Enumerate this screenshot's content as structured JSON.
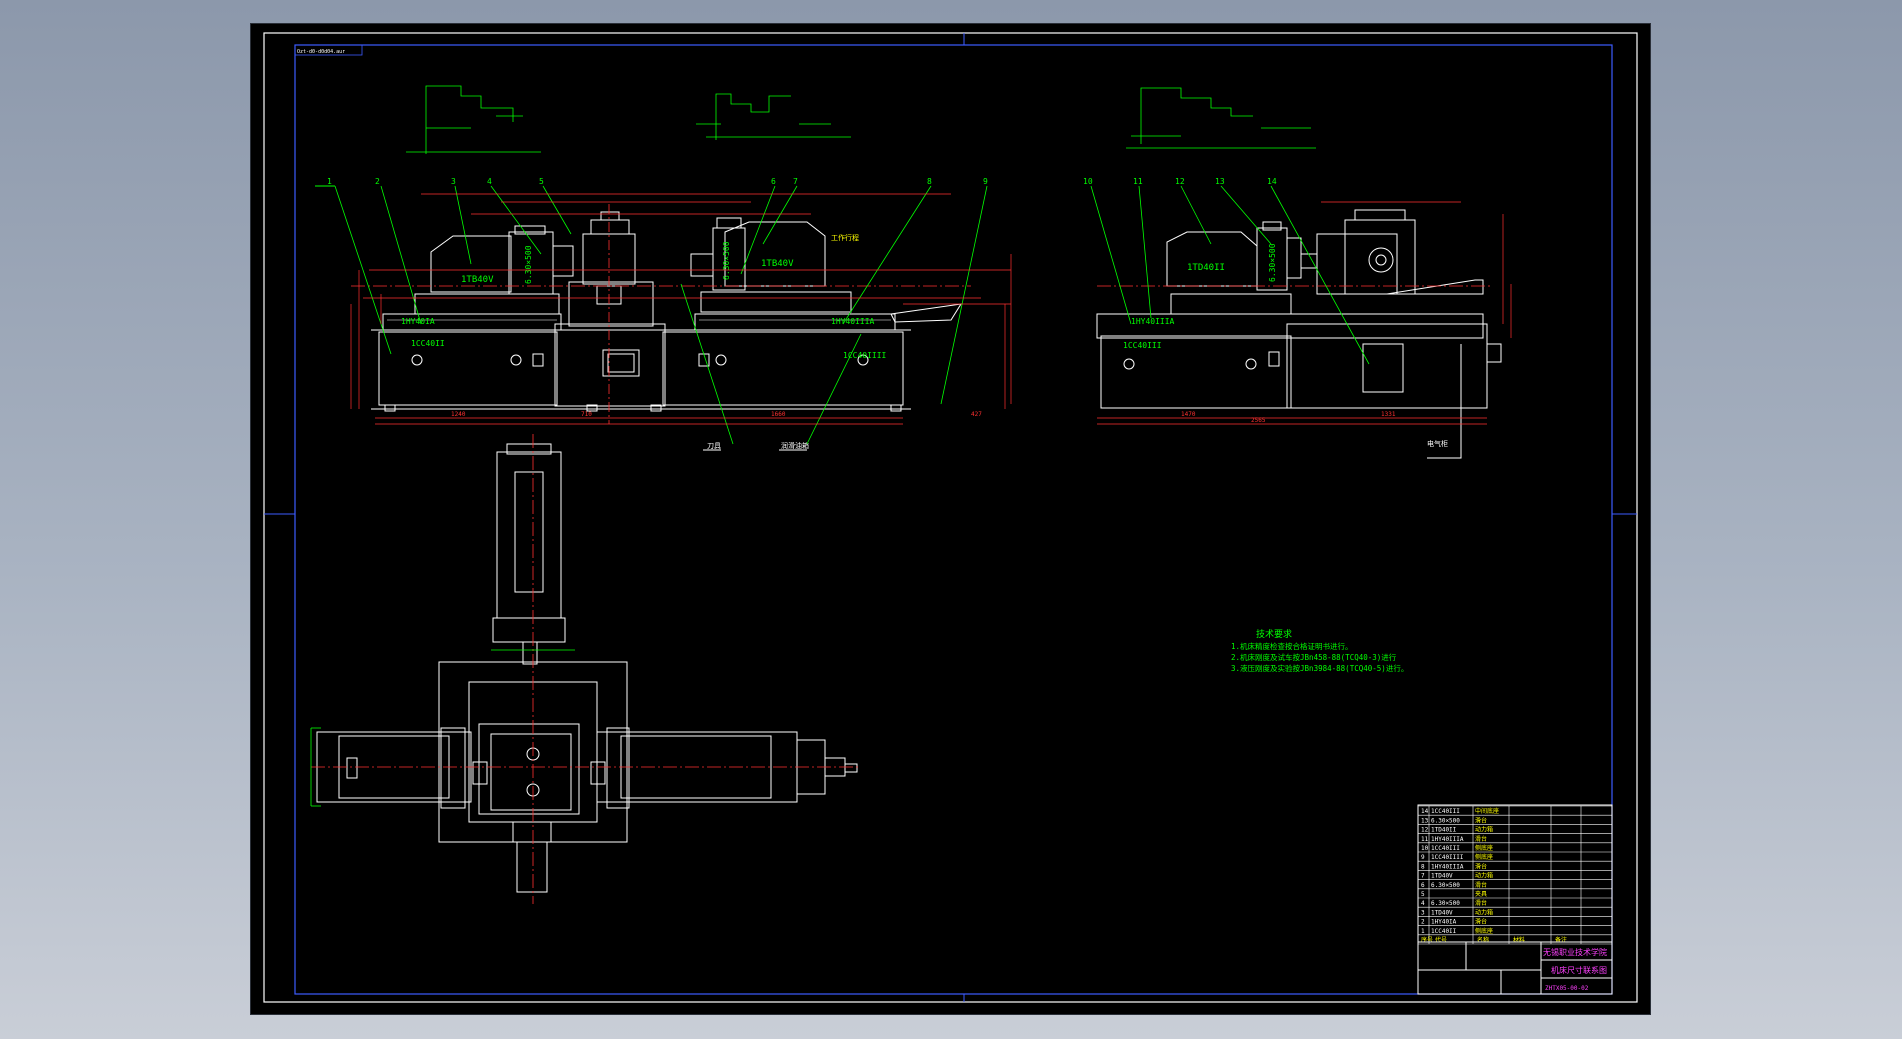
{
  "window": {
    "background": "#000000",
    "accent_white": "#ffffff",
    "line_green": "#00ff00",
    "dim_color": "#ff3030",
    "yellow": "#ffff00",
    "magenta": "#ff40ff",
    "cyan": "#00ffff",
    "blue": "#4040ff"
  },
  "sheet": {
    "corner_label": "Ozt-d0-d0d04.aur"
  },
  "front_view": {
    "balloons": [
      "1",
      "2",
      "3",
      "4",
      "5",
      "6",
      "7",
      "8",
      "9"
    ],
    "labels": {
      "left_head_model": "1TB40V",
      "left_slide": "6.30×500",
      "right_head_model": "1TB40V",
      "right_slide": "6.30×500",
      "left_table": "1HY40IA",
      "right_table": "1HY40IIIA",
      "left_base": "1CC40II",
      "right_base": "1CC40IIII",
      "work_stroke": "工作行程",
      "tool": "刀具",
      "lube": "润滑油箱"
    },
    "dims_bottom": [
      "1240",
      "710",
      "1660",
      "427"
    ]
  },
  "side_view": {
    "balloons": [
      "10",
      "11",
      "12",
      "13",
      "14"
    ],
    "labels": {
      "head_model": "1TD40II",
      "slide": "6.30×500",
      "table": "1HY40IIIA",
      "base": "1CC40III",
      "electric_box": "电气柜"
    },
    "dims_bottom": [
      "1470",
      "2565",
      "1331"
    ]
  },
  "tech_req": {
    "title": "技术要求",
    "lines": [
      "1.机床精度检查按合格证明书进行。",
      "2.机床刚度及试车按JBn458-88(TCQ40-3)进行",
      "3.液压刚度及实验按JBn3984-88(TCQ40-5)进行。"
    ]
  },
  "title_block": {
    "school": "无锡职业技术学院",
    "drawing_name": "机床尺寸联系图",
    "drawing_no": "ZHTX05-00-02",
    "bom_rows": [
      [
        "14",
        "1CC40III",
        "中间底座"
      ],
      [
        "13",
        "6.30×500",
        "滑台"
      ],
      [
        "12",
        "1TD40II",
        "动力箱"
      ],
      [
        "11",
        "1HY40IIIA",
        "滑台"
      ],
      [
        "10",
        "1CC40III",
        "侧底座"
      ],
      [
        "9",
        "1CC40IIII",
        "侧底座"
      ],
      [
        "8",
        "1HY40IIIA",
        "滑台"
      ],
      [
        "7",
        "1TD40V",
        "动力箱"
      ],
      [
        "6",
        "6.30×500",
        "滑台"
      ],
      [
        "5",
        "",
        "夹具"
      ],
      [
        "4",
        "6.30×500",
        "滑台"
      ],
      [
        "3",
        "1TD40V",
        "动力箱"
      ],
      [
        "2",
        "1HY40IA",
        "滑台"
      ],
      [
        "1",
        "1CC40II",
        "侧底座"
      ]
    ],
    "bom_header": [
      "序号",
      "代号",
      "名称",
      "材料",
      "备注"
    ]
  }
}
